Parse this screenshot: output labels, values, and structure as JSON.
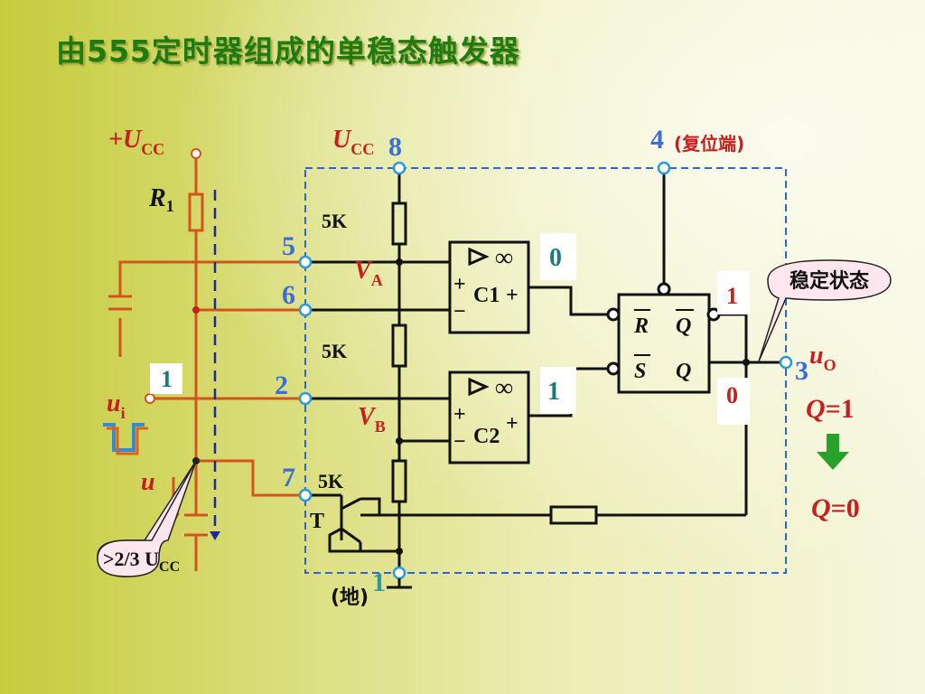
{
  "title": "由555定时器组成的单稳态触发器",
  "labels": {
    "plus_ucc": "+U",
    "plus_ucc_sub": "CC",
    "ucc": "U",
    "ucc_sub": "CC",
    "r1": "R",
    "r1_sub": "1",
    "pin8": "8",
    "pin4": "4",
    "reset": "(复位端)",
    "pin5": "5",
    "pin6": "6",
    "pin2": "2",
    "pin7": "7",
    "pin1": "1",
    "pin3": "3",
    "res5k_1": "5K",
    "res5k_2": "5K",
    "res5k_3": "5K",
    "va": "V",
    "va_sub": "A",
    "vb": "V",
    "vb_sub": "B",
    "c1": "C1",
    "c2": "C2",
    "inf": "∞",
    "plus": "+",
    "minus": "−",
    "ff_r": "R",
    "ff_s": "S",
    "ff_q": "Q",
    "ff_qbar": "Q",
    "c1_out": "0",
    "c2_out": "1",
    "qbar_out": "1",
    "q_out": "0",
    "ui_box": "1",
    "ui": "u",
    "ui_sub": "i",
    "uc": "u",
    "uo": "u",
    "uo_sub": "O",
    "transistor": "T",
    "ground": "(地)",
    "stable": "稳定状态",
    "threshold": ">2/3 U",
    "threshold_sub": "CC",
    "q_eq_1_q": "Q",
    "q_eq_1_val": "=1",
    "q_eq_0_q": "Q",
    "q_eq_0_val": "=0"
  },
  "colors": {
    "title": "#1f7a12",
    "wire_red": "#d4541c",
    "wire_black": "#111111",
    "pin_blue": "#3a6fd8",
    "label_red": "#c81e1e",
    "dash_blue": "#2a66e0",
    "value_teal": "#1a7a7a",
    "arrow_green": "#2aa12a"
  }
}
